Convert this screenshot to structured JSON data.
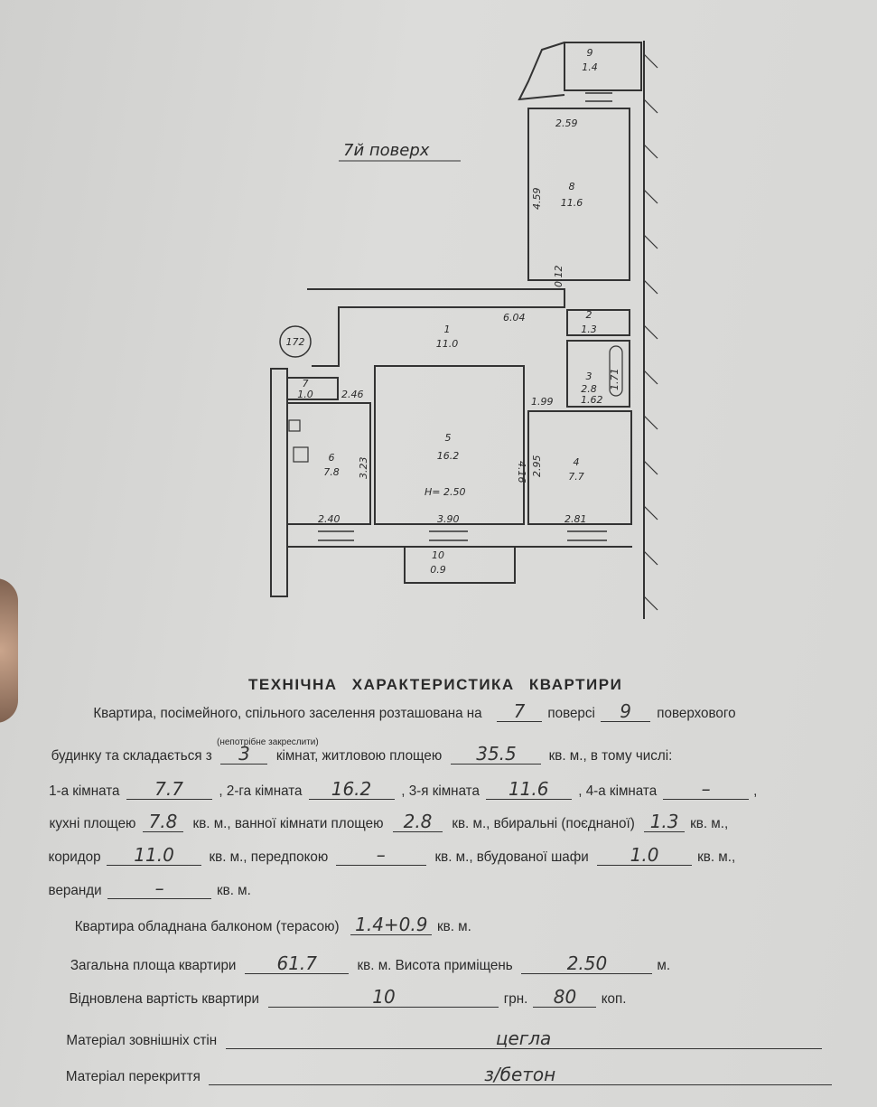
{
  "plan": {
    "floor_label": "7й поверх",
    "building_number": "172",
    "height_label": "H= 2.50",
    "rooms": [
      {
        "num": "1",
        "area": "11.0"
      },
      {
        "num": "2",
        "area": "1.3"
      },
      {
        "num": "3",
        "area": "2.8"
      },
      {
        "num": "4",
        "area": "7.7"
      },
      {
        "num": "5",
        "area": "16.2"
      },
      {
        "num": "6",
        "area": "7.8"
      },
      {
        "num": "7",
        "area": "1.0"
      },
      {
        "num": "8",
        "area": "11.6"
      },
      {
        "num": "9",
        "area": "1.4"
      },
      {
        "num": "10",
        "area": "0.9"
      }
    ],
    "dimensions": [
      "2.59",
      "4.59",
      "0.12",
      "6.04",
      "1.71",
      "1.62",
      "1.99",
      "2.46",
      "3.23",
      "4.16",
      "2.95",
      "2.40",
      "3.90",
      "2.81"
    ]
  },
  "form": {
    "title": "ТЕХНІЧНА ХАРАКТЕРИСТИКА КВАРТИРИ",
    "note": "(непотрібне закреслити)",
    "r1": {
      "a": "Квартира, посімейного, спільного заселення розташована на",
      "floor": "7",
      "b": "поверсі",
      "floors": "9",
      "c": "поверхового"
    },
    "r2": {
      "a": "будинку та складається з",
      "rooms": "3",
      "b": "кімнат, житловою площею",
      "living": "35.5",
      "c": "кв. м., в тому числі:"
    },
    "r3": {
      "a": "1-а кімната",
      "room1": "7.7",
      "b": ", 2-га кімната",
      "room2": "16.2",
      "c": ", 3-я кімната",
      "room3": "11.6",
      "d": ", 4-а кімната",
      "room4": "–",
      "e": ","
    },
    "r4": {
      "a": "кухні площею",
      "kitchen": "7.8",
      "b": "кв. м., ванної кімнати площею",
      "bath": "2.8",
      "c": "кв. м., вбиральні (поєднаної)",
      "wc": "1.3",
      "d": "кв. м.,"
    },
    "r5": {
      "a": "коридор",
      "corridor": "11.0",
      "b": "кв. м., передпокою",
      "hall": "–",
      "c": "кв. м., вбудованої шафи",
      "closet": "1.0",
      "d": "кв. м.,"
    },
    "r6": {
      "a": "веранди",
      "veranda": "–",
      "b": "кв. м."
    },
    "r7": {
      "a": "Квартира обладнана балконом (терасою)",
      "balcony": "1.4+0.9",
      "b": "кв. м."
    },
    "r8": {
      "a": "Загальна площа квартири",
      "total": "61.7",
      "b": "кв. м.  Висота приміщень",
      "height": "2.50",
      "c": "м."
    },
    "r9": {
      "a": "Відновлена вартість квартири",
      "uah": "10",
      "b": "грн.",
      "kop": "80",
      "c": "коп."
    },
    "r10": {
      "a": "Матеріал зовнішніх стін",
      "walls": "цегла"
    },
    "r11": {
      "a": "Матеріал перекриття",
      "floors_mat": "з/бетон"
    }
  }
}
